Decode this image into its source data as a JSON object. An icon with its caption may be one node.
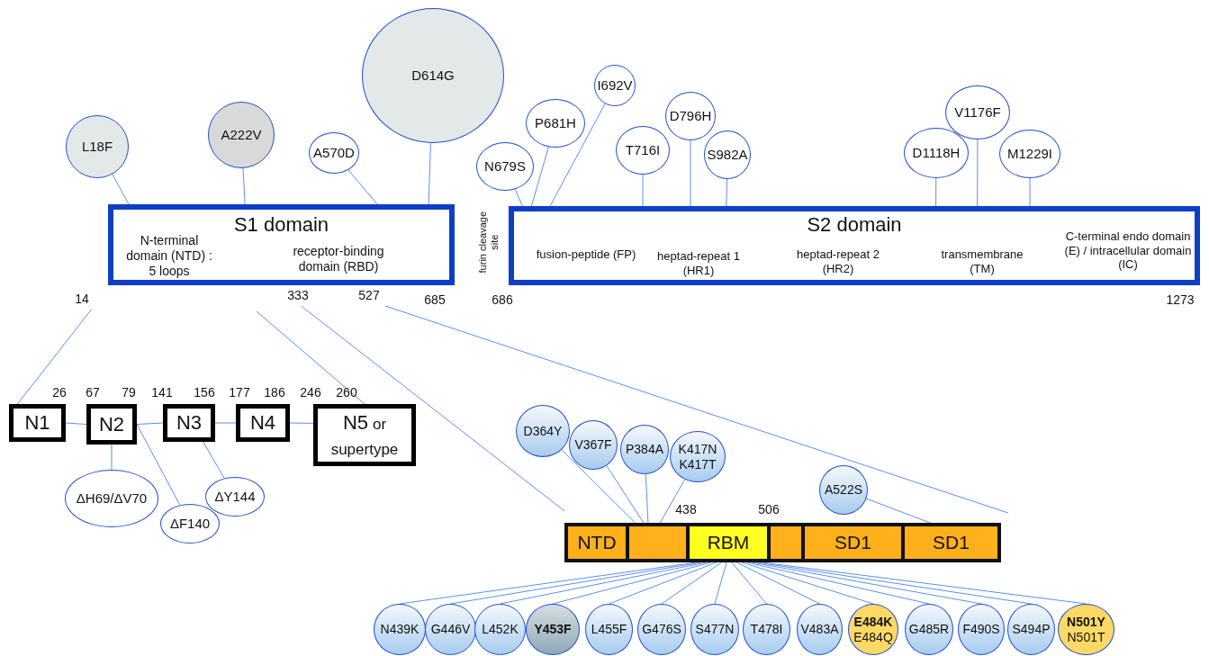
{
  "diagram": {
    "nodes": [
      {
        "text": [
          "L18F"
        ]
      },
      {
        "text": [
          "A222V"
        ]
      },
      {
        "text": [
          "A570D"
        ]
      },
      {
        "text": [
          "D614G"
        ]
      },
      {
        "text": [
          "N679S"
        ]
      },
      {
        "text": [
          "P681H"
        ]
      },
      {
        "text": [
          "I692V"
        ]
      },
      {
        "text": [
          "T716I"
        ]
      },
      {
        "text": [
          "D796H"
        ]
      },
      {
        "text": [
          "S982A"
        ]
      },
      {
        "text": [
          "D1118H"
        ]
      },
      {
        "text": [
          "V1176F"
        ]
      },
      {
        "text": [
          "M1229I"
        ]
      },
      {
        "text": [
          "S1 domain",
          "N-terminal domain (NTD) : 5 loops",
          "receptor-binding domain (RBD)"
        ],
        "beside": [
          "685"
        ]
      },
      {
        "text": [
          "S2 domain",
          "fusion-peptide (FP)",
          "heptad-repeat 1 (HR1)",
          "heptad-repeat 2 (HR2)",
          "transmembrane (TM)",
          "C-terminal endo domain (E) / intracellular domain (IC)"
        ],
        "beside": [
          "686",
          "1273"
        ]
      },
      {
        "text": [
          "14"
        ]
      },
      {
        "text": [
          "333"
        ]
      },
      {
        "text": [
          "527"
        ]
      },
      {
        "text": [
          "N1"
        ]
      },
      {
        "text": [
          "N2"
        ]
      },
      {
        "text": [
          "N3"
        ]
      },
      {
        "text": [
          "N4"
        ]
      },
      {
        "text": [
          "N5",
          "or supertype"
        ]
      },
      {
        "text": [
          "ΔH69/ΔV70"
        ]
      },
      {
        "text": [
          "ΔF140"
        ]
      },
      {
        "text": [
          "ΔY144"
        ]
      },
      {
        "text": [
          "D364Y"
        ]
      },
      {
        "text": [
          "V367F"
        ]
      },
      {
        "text": [
          "P384A"
        ]
      },
      {
        "text": [
          "K417N",
          "K417T"
        ]
      },
      {
        "text": [
          "A522S"
        ]
      },
      {
        "text": [
          "NTD"
        ]
      },
      {
        "text": [],
        "shape": "box"
      },
      {
        "text": [
          "RBM"
        ]
      },
      {
        "text": [],
        "shape": "box"
      },
      {
        "text": [
          "SD1"
        ]
      },
      {
        "text": [
          "SD1"
        ]
      },
      {
        "text": [
          "N439K"
        ]
      },
      {
        "text": [
          "G446V"
        ]
      },
      {
        "text": [
          "L452K"
        ]
      },
      {
        "text": [
          "**Y453F**"
        ]
      },
      {
        "text": [
          "L455F"
        ]
      },
      {
        "text": [
          "G476S"
        ]
      },
      {
        "text": [
          "S477N"
        ]
      },
      {
        "text": [
          "T478I"
        ]
      },
      {
        "text": [
          "V483A"
        ]
      },
      {
        "text": [
          "**E484K**",
          "E484Q"
        ]
      },
      {
        "text": [
          "G485R"
        ]
      },
      {
        "text": [
          "F490S"
        ]
      },
      {
        "text": [
          "S494P"
        ]
      },
      {
        "text": [
          "**N501Y**",
          "N501T"
        ]
      }
    ],
    "edges": [
      {
        "from": 0,
        "to": 13,
        "arrow": "none"
      },
      {
        "from": 1,
        "to": 13,
        "arrow": "none"
      },
      {
        "from": 2,
        "to": 13,
        "arrow": "none"
      },
      {
        "from": 3,
        "to": 13,
        "arrow": "none"
      },
      {
        "from": 4,
        "to": 14,
        "arrow": "none"
      },
      {
        "from": 5,
        "to": 14,
        "arrow": "none"
      },
      {
        "from": 6,
        "to": 14,
        "arrow": "none"
      },
      {
        "from": 7,
        "to": 14,
        "arrow": "none"
      },
      {
        "from": 8,
        "to": 14,
        "arrow": "none"
      },
      {
        "from": 9,
        "to": 14,
        "arrow": "none"
      },
      {
        "from": 10,
        "to": 14,
        "arrow": "none"
      },
      {
        "from": 11,
        "to": 14,
        "arrow": "none"
      },
      {
        "from": 12,
        "to": 14,
        "arrow": "none"
      },
      {
        "from": 15,
        "to": 18,
        "arrow": "none"
      },
      {
        "from": null,
        "to": 22,
        "arrow": "none"
      },
      {
        "from": 16,
        "to": 31,
        "arrow": "none"
      },
      {
        "from": 17,
        "to": 36,
        "arrow": "none"
      },
      {
        "from": 18,
        "to": 19,
        "arrow": "none"
      },
      {
        "from": 19,
        "to": 20,
        "arrow": "none"
      },
      {
        "from": 20,
        "to": 21,
        "arrow": "none"
      },
      {
        "from": 21,
        "to": 22,
        "arrow": "none"
      },
      {
        "from": 23,
        "to": 19,
        "arrow": "none"
      },
      {
        "from": 24,
        "to": 19,
        "arrow": "none"
      },
      {
        "from": 25,
        "to": 20,
        "arrow": "none"
      },
      {
        "from": 26,
        "to": 32,
        "arrow": "none"
      },
      {
        "from": 27,
        "to": 32,
        "arrow": "none"
      },
      {
        "from": 28,
        "to": 32,
        "arrow": "none"
      },
      {
        "from": 29,
        "to": 32,
        "arrow": "none"
      },
      {
        "from": 30,
        "to": 36,
        "arrow": "none"
      },
      {
        "from": 37,
        "to": 33,
        "arrow": "none"
      },
      {
        "from": 38,
        "to": 33,
        "arrow": "none"
      },
      {
        "from": 39,
        "to": 33,
        "arrow": "none"
      },
      {
        "from": 40,
        "to": 33,
        "arrow": "none"
      },
      {
        "from": 41,
        "to": 33,
        "arrow": "none"
      },
      {
        "from": 42,
        "to": 33,
        "arrow": "none"
      },
      {
        "from": 43,
        "to": 33,
        "arrow": "none"
      },
      {
        "from": 44,
        "to": 33,
        "arrow": "none"
      },
      {
        "from": 45,
        "to": 33,
        "arrow": "none"
      },
      {
        "from": 46,
        "to": 33,
        "arrow": "none"
      },
      {
        "from": 47,
        "to": 33,
        "arrow": "none"
      },
      {
        "from": 48,
        "to": 33,
        "arrow": "none"
      },
      {
        "from": 49,
        "to": 33,
        "arrow": "none"
      },
      {
        "from": 50,
        "to": 33,
        "arrow": "none"
      }
    ],
    "labels": [
      "furin cleavage site",
      "26",
      "67",
      "79",
      "141",
      "156",
      "177",
      "186",
      "246",
      "260",
      "438",
      "506"
    ]
  }
}
